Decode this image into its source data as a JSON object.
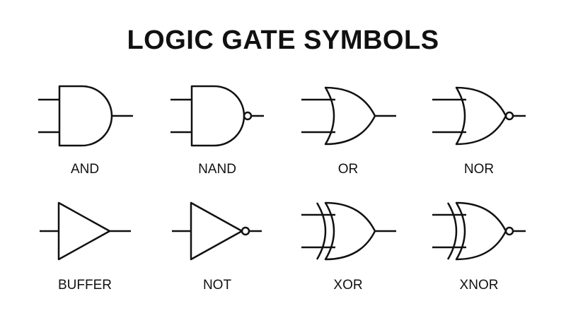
{
  "title": "LOGIC GATE SYMBOLS",
  "colors": {
    "stroke": "#111111",
    "background": "#ffffff"
  },
  "gates": [
    {
      "label": "AND",
      "type": "and",
      "inverted": false
    },
    {
      "label": "NAND",
      "type": "and",
      "inverted": true
    },
    {
      "label": "OR",
      "type": "or",
      "inverted": false
    },
    {
      "label": "NOR",
      "type": "or",
      "inverted": true
    },
    {
      "label": "BUFFER",
      "type": "buffer",
      "inverted": false
    },
    {
      "label": "NOT",
      "type": "buffer",
      "inverted": true
    },
    {
      "label": "XOR",
      "type": "xor",
      "inverted": false
    },
    {
      "label": "XNOR",
      "type": "xor",
      "inverted": true
    }
  ]
}
